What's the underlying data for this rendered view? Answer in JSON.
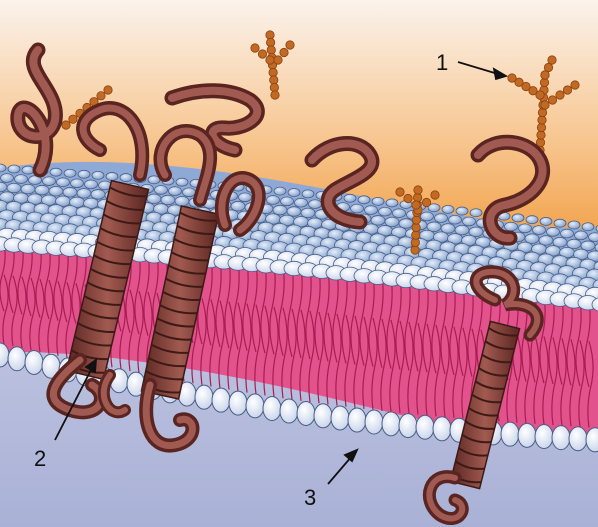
{
  "labels": {
    "one": "1",
    "two": "2",
    "three": "3"
  },
  "colors": {
    "extracellular_top": "#fbf3ec",
    "extracellular_bottom": "#f3a34a",
    "head_top": "#b7cdea",
    "head_outline": "#4a5f86",
    "head_bottom": "#eef3fb",
    "lipid_core": "#e0508a",
    "lipid_tail": "#b02355",
    "cytoplasm": "#b8bede",
    "protein": "#7a3b34",
    "protein_dark": "#4d201c",
    "sugar": "#c26a24"
  },
  "icons": [
    "arrow-icon"
  ]
}
